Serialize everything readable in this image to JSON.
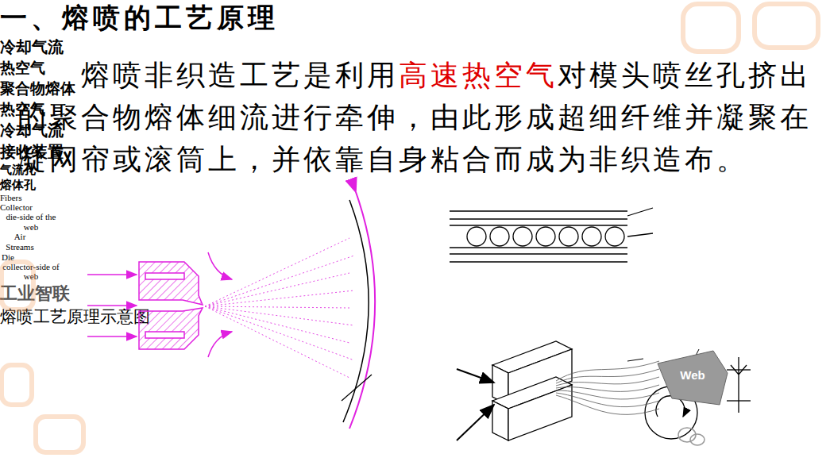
{
  "diagram": {
    "title": "一、熔喷的工艺原理",
    "caption": "熔喷工艺原理示意图",
    "nodes": [
      {
        "text": [
          "Web"
        ]
      }
    ],
    "labels": [
      "熔喷非织造工艺是利用",
      "高速热空气",
      "对模头喷丝孔挤出的聚合物熔体细流进行牵伸，由此形成超细纤维并凝聚在凝网帘或滚筒上，并依靠自身粘合而成为非织造布。",
      "冷却气流",
      "热空气",
      "聚合物熔体",
      "热空气",
      "冷却气流",
      "接收装置",
      "气流孔",
      "熔体孔",
      "Fibers",
      "Collector",
      "die-side of the web",
      "Air Streams",
      "Die",
      "collector-side of web",
      "工业智联"
    ]
  }
}
